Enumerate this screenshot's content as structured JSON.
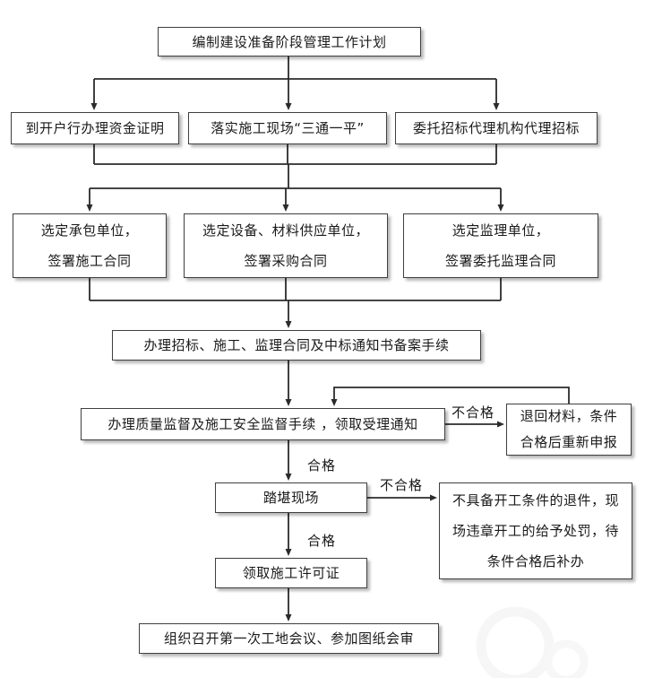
{
  "nodes": {
    "plan": "编制建设准备阶段管理工作计划",
    "fund": "到开户行办理资金证明",
    "site": "落实施工现场“三通一平”",
    "tender": "委托招标代理机构代理招标",
    "contractor": "选定承包单位，\n签署施工合同",
    "supplier": "选定设备、材料供应单位，\n签署采购合同",
    "supervisor": "选定监理单位，\n签署委托监理合同",
    "record": "办理招标、施工、监理合同及中标通知书备案手续",
    "quality": "办理质量监督及施工安全监督手续 ，领取受理通知",
    "resubmit": "退回材料，条件\n合格后重新申报",
    "inspect": "踏堪现场",
    "penalty": "不具备开工条件的退件，现\n场违章开工的给予处罚，待\n条件合格后补办",
    "permit": "领取施工许可证",
    "meeting": "组织召开第一次工地会议、参加图纸会审"
  },
  "labels": {
    "pass1": "合格",
    "fail1": "不合格",
    "pass2": "合格",
    "fail2": "不合格"
  }
}
